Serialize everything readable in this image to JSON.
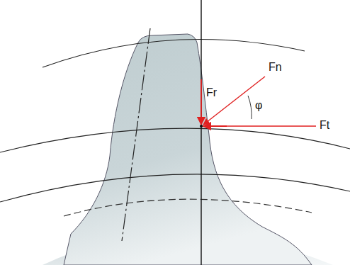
{
  "diagram": {
    "labels": [
      "Fr",
      "Fn",
      "φ",
      "Ft"
    ]
  }
}
